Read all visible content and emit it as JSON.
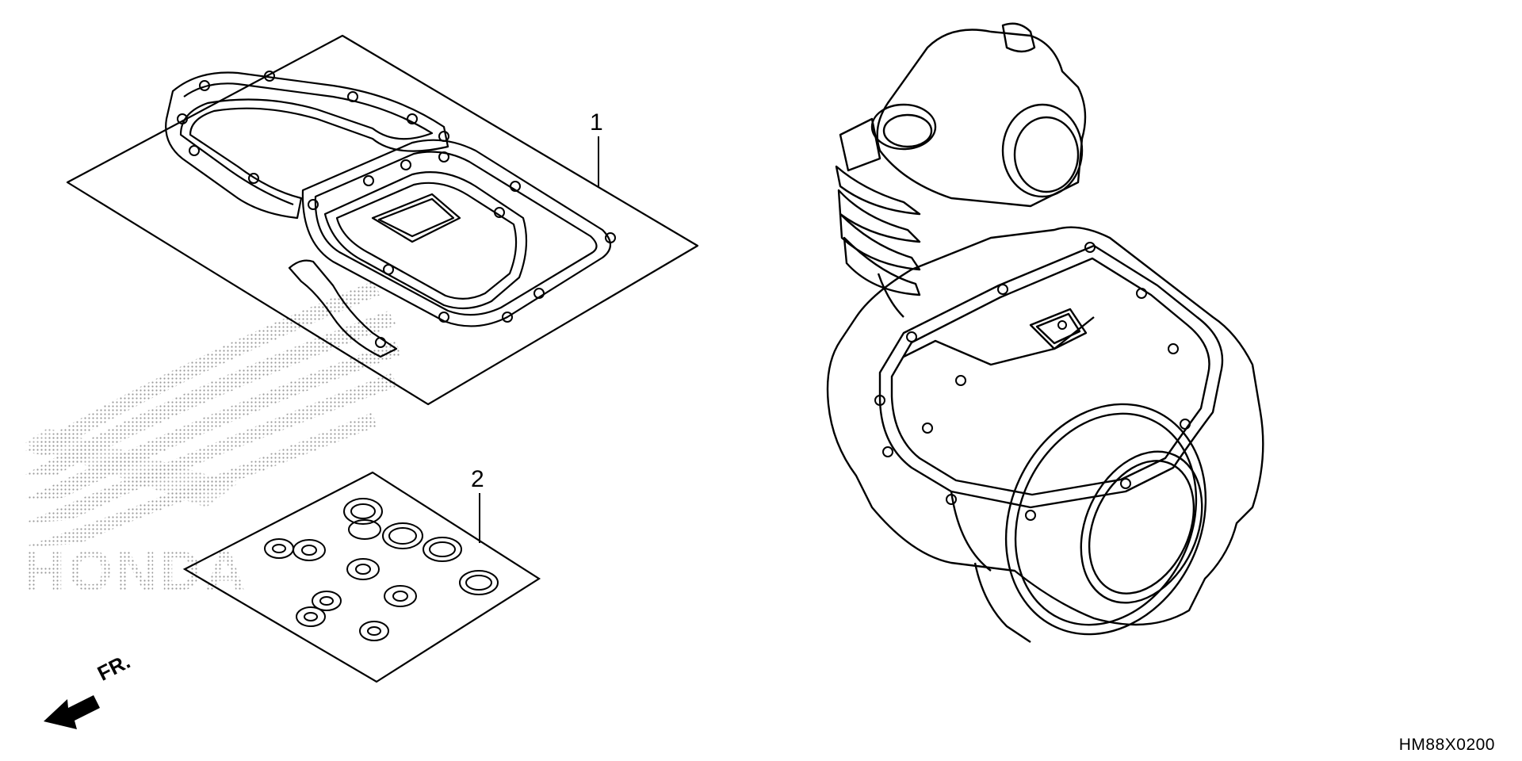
{
  "diagram": {
    "callouts": [
      {
        "id": "1",
        "label": "1"
      },
      {
        "id": "2",
        "label": "2"
      }
    ],
    "direction_label": "FR.",
    "diagram_code": "HM88X0200",
    "watermark_text": "HONDA",
    "colors": {
      "line": "#000000",
      "background": "#ffffff",
      "watermark": "#9a9a9a"
    }
  }
}
